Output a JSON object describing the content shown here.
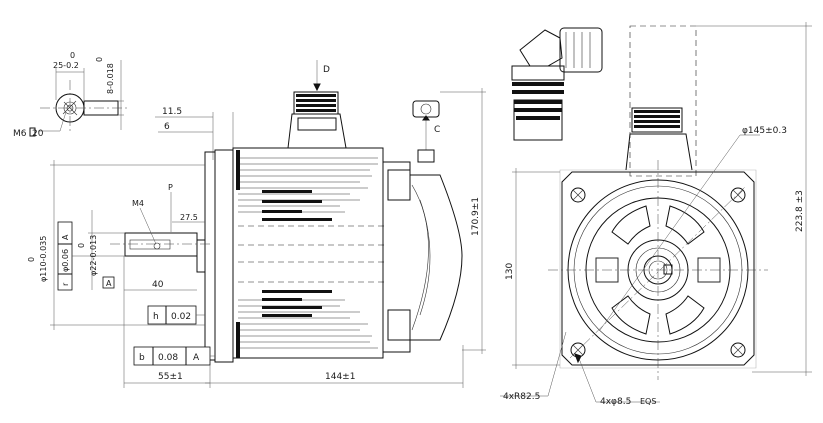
{
  "drawing": {
    "shaft_detail": {
      "dim_key_width": "0",
      "dim_key_width_tol": "8-0.018",
      "dim_key_depth_nominal": "0",
      "dim_key_depth": "25-0.2",
      "thread_label": "M6",
      "thread_depth": "20"
    },
    "side_view": {
      "dim_11_5": "11.5",
      "dim_6": "6",
      "label_D": "D",
      "label_C": "C",
      "label_P": "P",
      "label_M4": "M4",
      "dim_27_5": "27.5",
      "dim_40": "40",
      "dim_shaft_dia_nominal": "0",
      "dim_shaft_dia": "φ22-0.013",
      "dim_pilot_nominal": "0",
      "dim_pilot": "φ110-0.035",
      "dim_length": "144±1",
      "dim_55": "55±1",
      "dim_height": "170.9±1",
      "ref_A": "A"
    },
    "tolerance_frames": {
      "runout_symbol": "r",
      "runout_value": "φ0.06",
      "runout_datum": "A",
      "h_symbol": "h",
      "h_value": "0.02",
      "b_symbol": "b",
      "b_value": "0.08",
      "b_datum": "A"
    },
    "front_view": {
      "dim_bolt_circle": "φ145±0.3",
      "dim_square": "130",
      "dim_overall_height": "223.8 ±3",
      "dim_corner_radius": "4xR82.5",
      "dim_holes": "4xφ8.5",
      "dim_holes_suffix": "EQS"
    }
  }
}
